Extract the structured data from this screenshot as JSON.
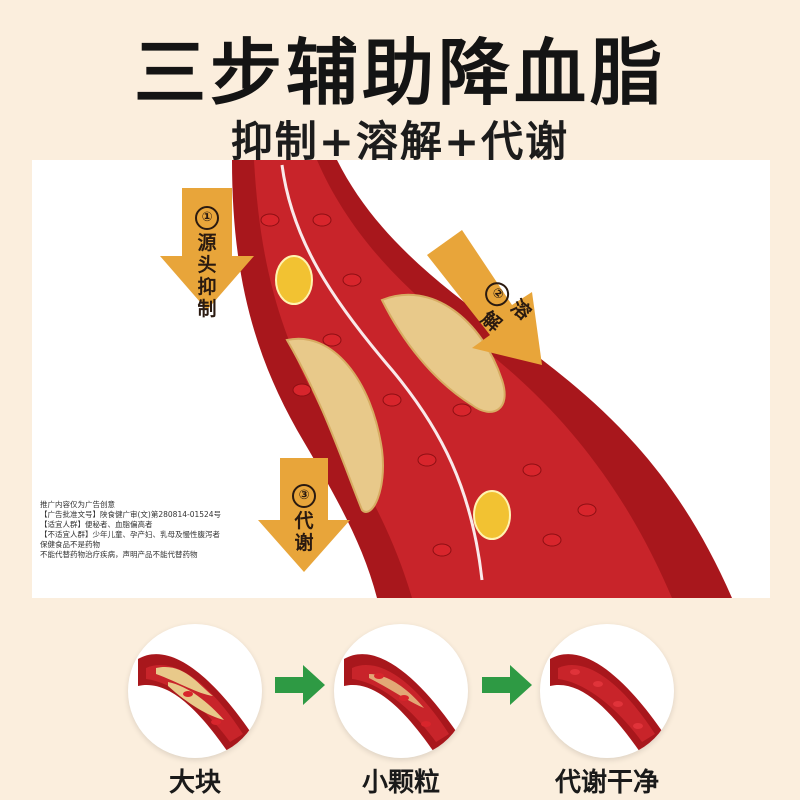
{
  "title": "三步辅助降血脂",
  "subtitle": "抑制+溶解+代谢",
  "steps": [
    {
      "num": "①",
      "text": "源头抑制"
    },
    {
      "num": "②",
      "text": "溶解"
    },
    {
      "num": "③",
      "text": "代谢"
    }
  ],
  "disclaimer": [
    "推广内容仅为广告创意",
    "【广告批准文号】陕食健广审(文)第280814-01524号",
    "【适宜人群】便秘者、血脂偏高者",
    "【不适宜人群】少年儿童、孕产妇、乳母及慢性腹泻者",
    "保健食品不是药物",
    "不能代替药物治疗疾病，声明产品不能代替药物"
  ],
  "stages": [
    {
      "label": "大块"
    },
    {
      "label": "小颗粒"
    },
    {
      "label": "代谢干净"
    }
  ],
  "colors": {
    "background": "#fbeedd",
    "vessel": "#a8171c",
    "plaque": "#e8c98a",
    "arrow_orange": "#e8a53a",
    "arrow_green": "#2e9a44"
  }
}
